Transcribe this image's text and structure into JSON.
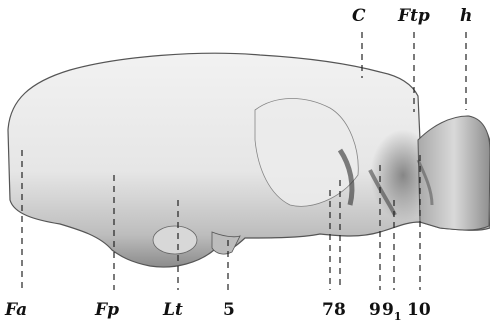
{
  "figure": {
    "labels": {
      "C": "C",
      "Ftp": "Ftp",
      "h": "h",
      "Fa": "Fa",
      "Fp": "Fp",
      "Lt": "Lt",
      "n5": "5",
      "n7": "7",
      "n8": "8",
      "n9a": "9",
      "n9b": "9",
      "n9b_sub": "1",
      "n10": "10"
    }
  }
}
